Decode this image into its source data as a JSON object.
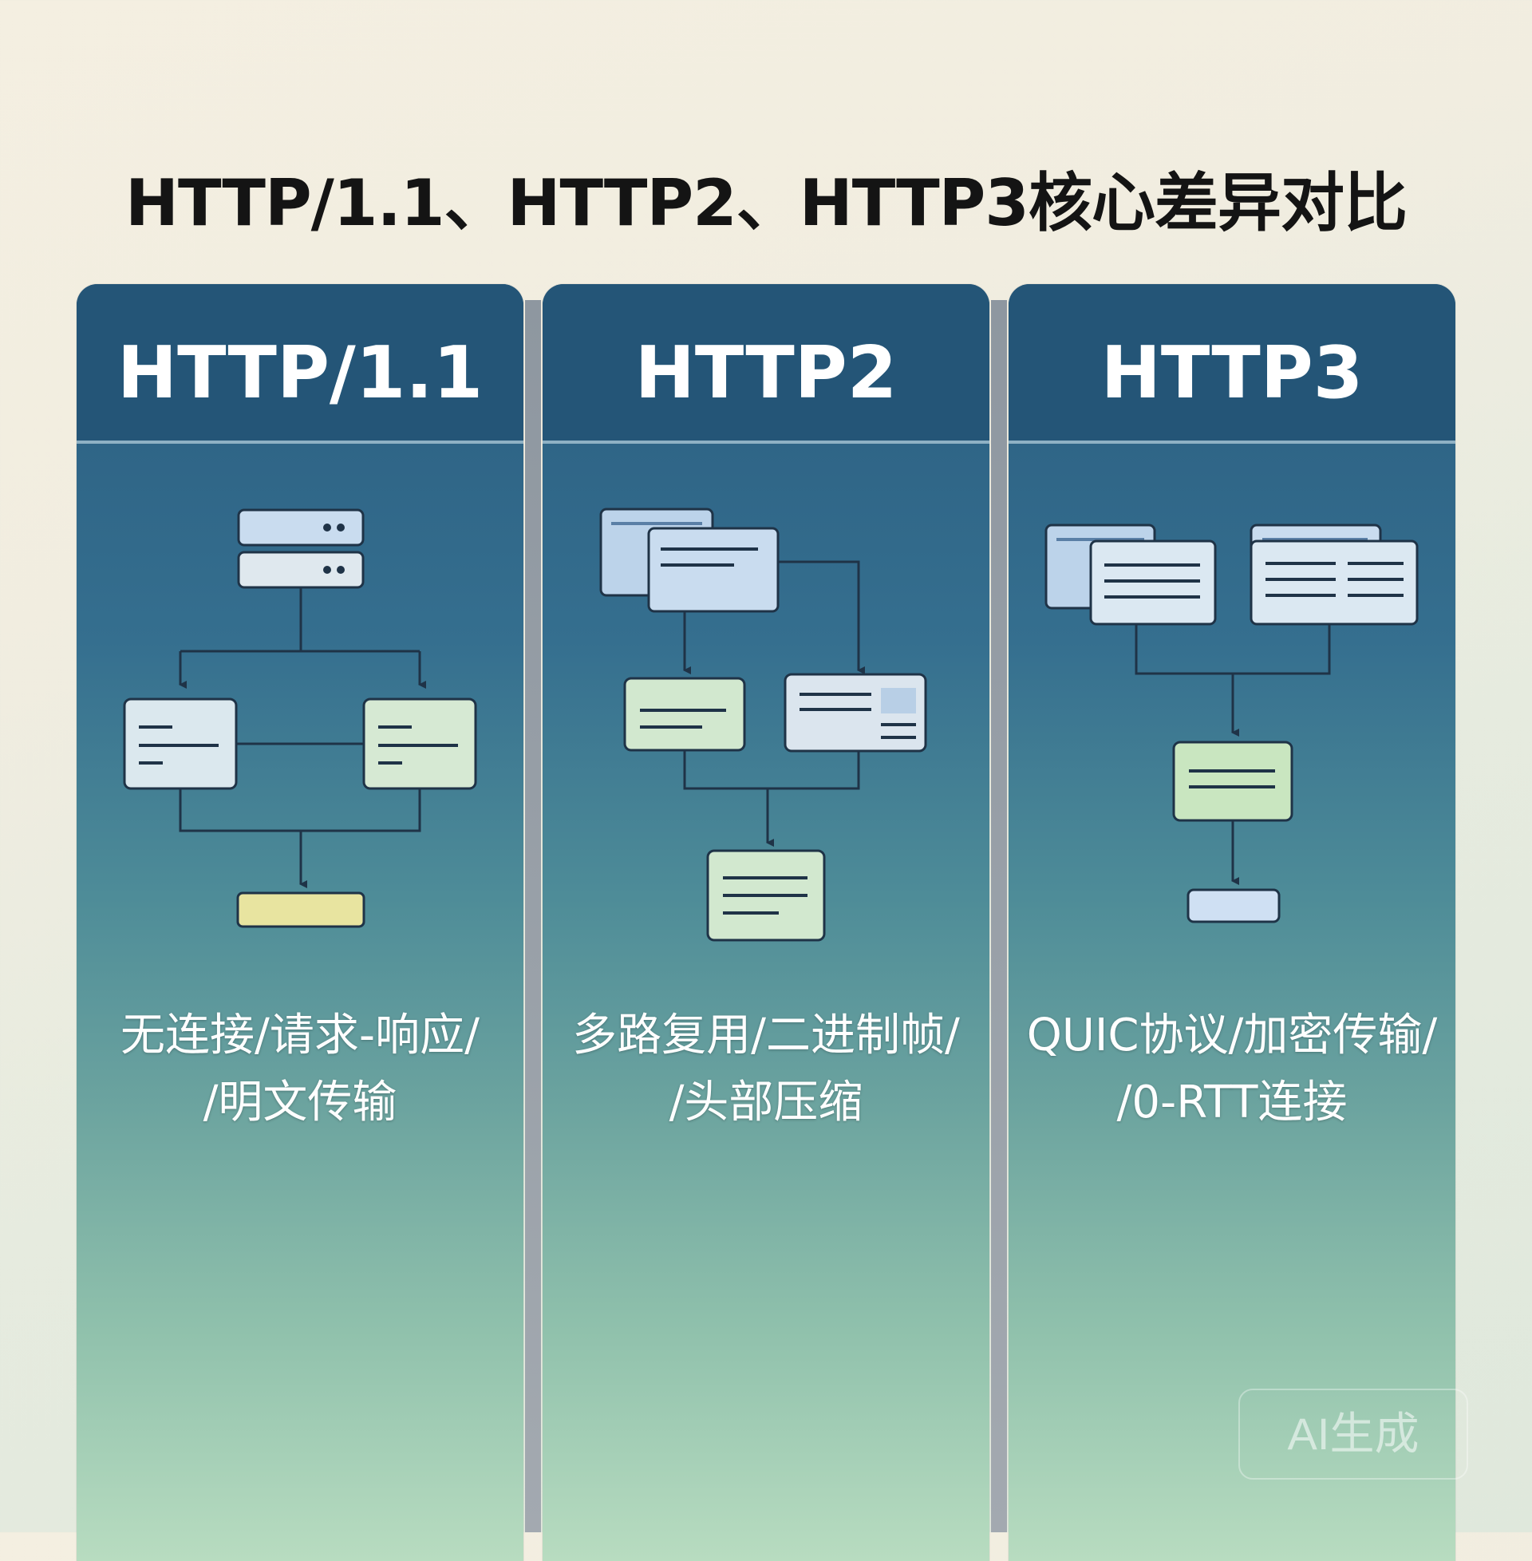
{
  "title": "HTTP/1.1、HTTP2、HTTP3核心差异对比",
  "columns": [
    {
      "name": "HTTP/1.1",
      "desc_line1": "无连接/请求-响应/",
      "desc_line2": "/明文传输"
    },
    {
      "name": "HTTP2",
      "desc_line1": "多路复用/二进制帧/",
      "desc_line2": "/头部压缩"
    },
    {
      "name": "HTTP3",
      "desc_line1": "QUIC协议/加密传输/",
      "desc_line2": "/0-RTT连接"
    }
  ],
  "watermark": "AI生成",
  "colors": {
    "header": "#245577",
    "box_blue": "#c9dcef",
    "box_green": "#d2e8cf",
    "box_yellow": "#e8e4a0",
    "line": "#1f3347"
  }
}
